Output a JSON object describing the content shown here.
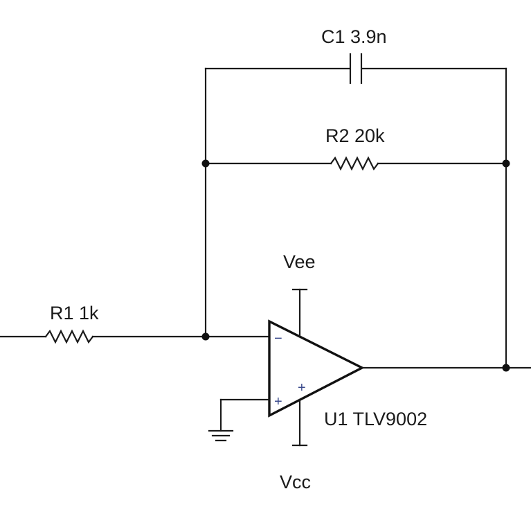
{
  "components": {
    "c1": {
      "ref": "C1",
      "value": "3.9n"
    },
    "r2": {
      "ref": "R2",
      "value": "20k"
    },
    "r1": {
      "ref": "R1",
      "value": "1k"
    },
    "u1": {
      "ref": "U1",
      "value": "TLV9002"
    }
  },
  "labels": {
    "c1": "C1 3.9n",
    "r2": "R2 20k",
    "r1": "R1 1k",
    "u1": "U1 TLV9002",
    "vee": "Vee",
    "vcc": "Vcc"
  },
  "pins": {
    "inverting": "−",
    "non_inverting": "+",
    "supply_plus": "+"
  },
  "colors": {
    "wire": "#1a1a1a",
    "pin_sign": "#3a4a8c"
  }
}
